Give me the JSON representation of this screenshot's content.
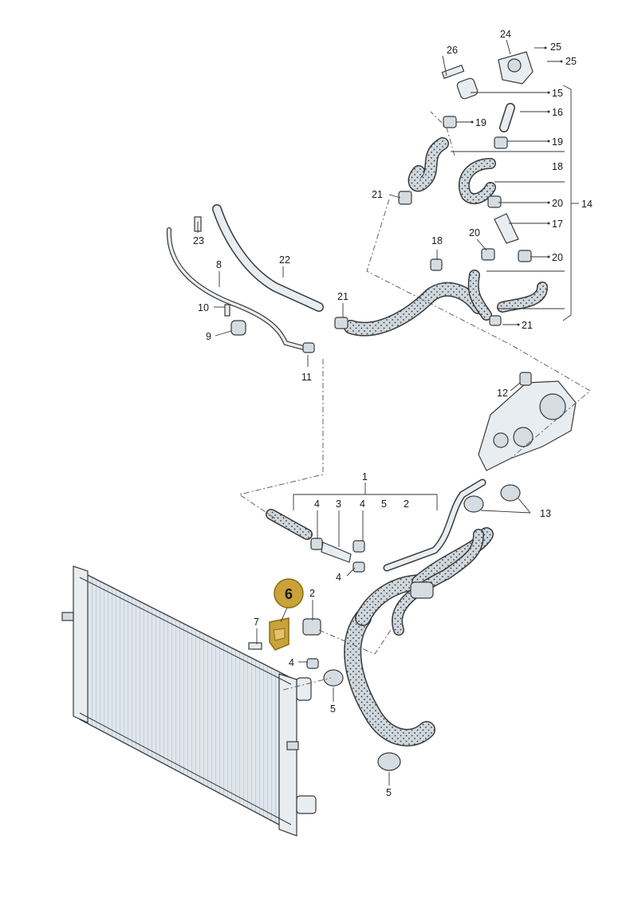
{
  "callouts": {
    "c1": "1",
    "c2a": "2",
    "c2b": "2",
    "c3": "3",
    "c4a": "4",
    "c4b": "4",
    "c4c": "4",
    "c4d": "4",
    "c5a": "5",
    "c5b": "5",
    "c5c": "5",
    "c6": "6",
    "c7": "7",
    "c8": "8",
    "c9": "9",
    "c10": "10",
    "c11": "11",
    "c12": "12",
    "c13": "13",
    "c14": "14",
    "c15": "15",
    "c16": "16",
    "c17": "17",
    "c18a": "18",
    "c18b": "18",
    "c19a": "19",
    "c19b": "19",
    "c20a": "20",
    "c20b": "20",
    "c20c": "20",
    "c21a": "21",
    "c21b": "21",
    "c21c": "21",
    "c22": "22",
    "c23": "23",
    "c24": "24",
    "c25a": "25",
    "c25b": "25",
    "c26": "26"
  },
  "highlight": {
    "part": "6",
    "color": "#c9a33a",
    "outline": "#8a6a12"
  },
  "colors": {
    "radiator": "#d8e2ea",
    "hose": "#c9d2d9",
    "line": "#333333"
  }
}
